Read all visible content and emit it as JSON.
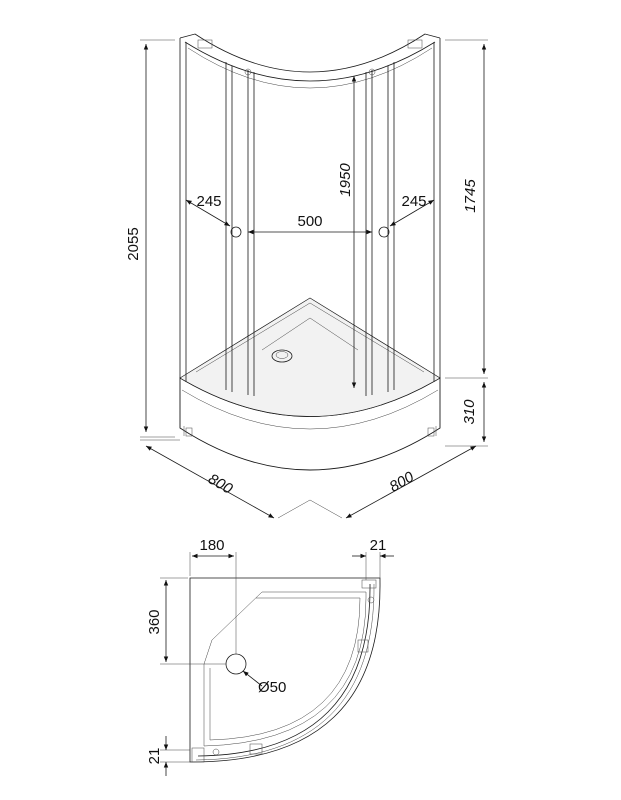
{
  "dimensions": {
    "total_height": "2055",
    "glass_height": "1950",
    "frame_height": "1745",
    "tray_height": "310",
    "left_panel": "245",
    "door_opening": "500",
    "right_panel": "245",
    "width_left": "800",
    "width_right": "800",
    "drain_offset_x": "180",
    "drain_offset_y": "360",
    "drain_diameter": "Ø50",
    "edge_top_right": "21",
    "edge_bottom_left": "21"
  }
}
